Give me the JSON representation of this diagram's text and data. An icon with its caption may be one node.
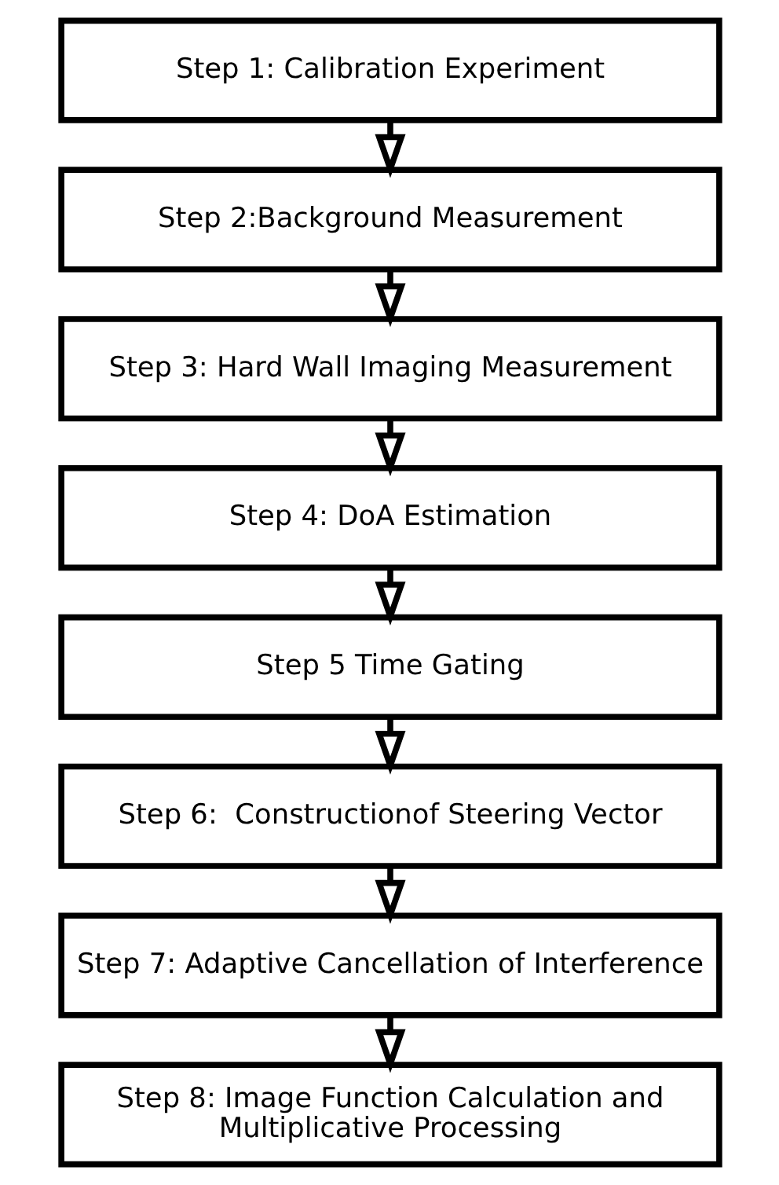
{
  "diagram": {
    "nodes": [
      {
        "text": [
          "Step 1: Calibration Experiment"
        ]
      },
      {
        "text": [
          "Step 2:Background Measurement"
        ]
      },
      {
        "text": [
          "Step 3: Hard Wall Imaging Measurement"
        ]
      },
      {
        "text": [
          "Step 4: DoA Estimation"
        ]
      },
      {
        "text": [
          "Step 5 Time Gating"
        ]
      },
      {
        "text": [
          "Step 6:  Constructionof Steering Vector"
        ]
      },
      {
        "text": [
          "Step 7: Adaptive Cancellation of Interference"
        ]
      },
      {
        "text": [
          "Step 8: Image Function Calculation and Multiplicative Processing"
        ]
      }
    ],
    "edges": [
      {
        "from": 0,
        "to": 1,
        "arrow": "to"
      },
      {
        "from": 1,
        "to": 2,
        "arrow": "to"
      },
      {
        "from": 2,
        "to": 3,
        "arrow": "to"
      },
      {
        "from": 3,
        "to": 4,
        "arrow": "to"
      },
      {
        "from": 4,
        "to": 5,
        "arrow": "to"
      },
      {
        "from": 5,
        "to": 6,
        "arrow": "to"
      },
      {
        "from": 6,
        "to": 7,
        "arrow": "to"
      }
    ]
  }
}
